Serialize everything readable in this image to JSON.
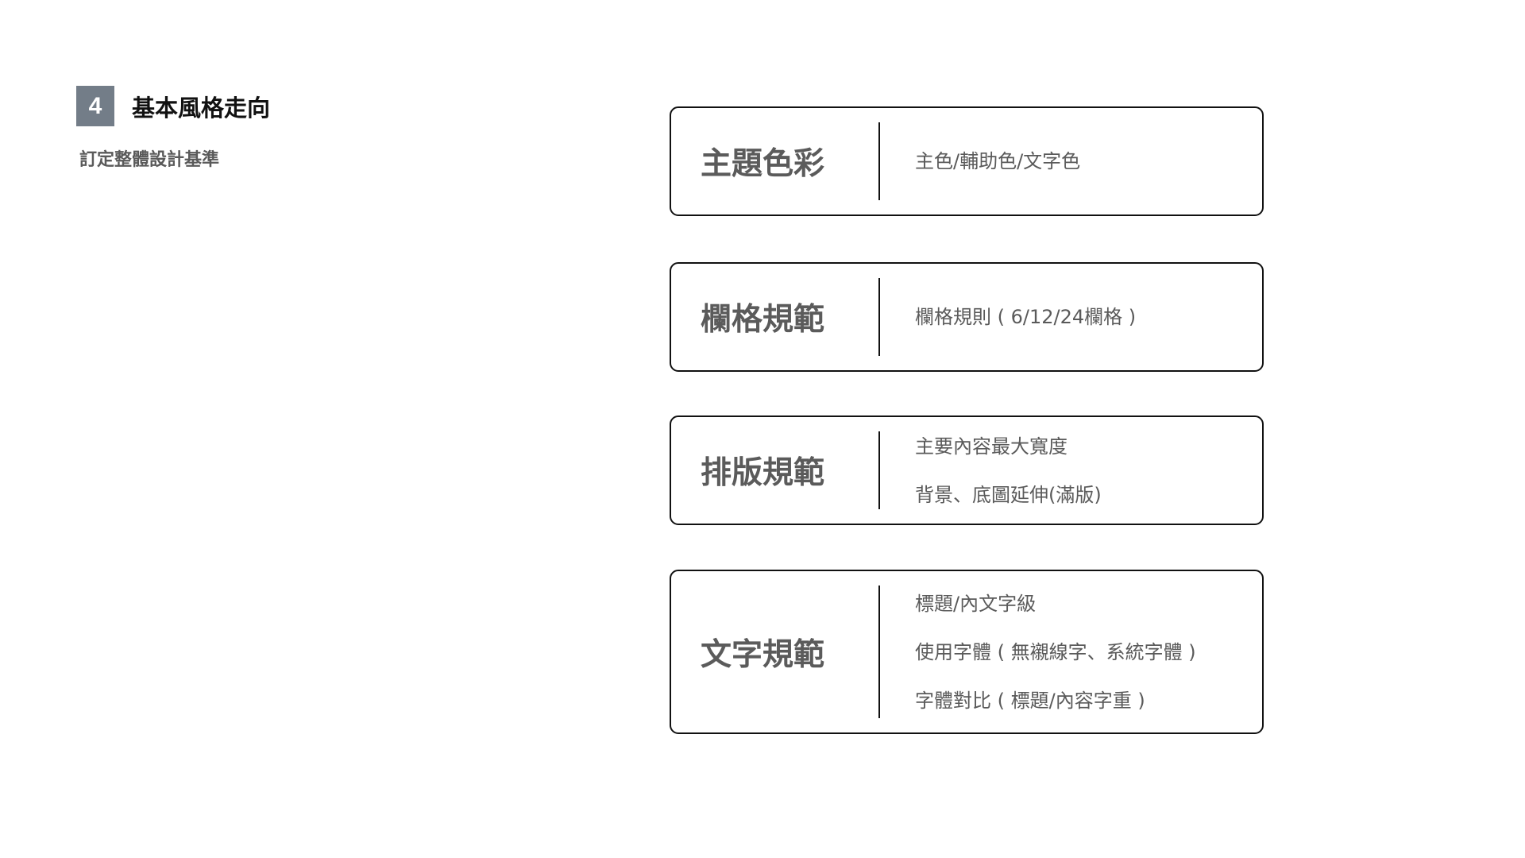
{
  "header": {
    "badge_number": "4",
    "title": "基本風格走向",
    "subtitle": "訂定整體設計基準",
    "badge_color": "#737d88"
  },
  "cards": [
    {
      "title": "主題色彩",
      "lines": [
        "主色/輔助色/文字色"
      ]
    },
    {
      "title": "欄格規範",
      "lines": [
        "欄格規則 ( 6/12/24欄格 )"
      ]
    },
    {
      "title": "排版規範",
      "lines": [
        "主要內容最大寬度",
        "背景、底圖延伸(滿版)"
      ]
    },
    {
      "title": "文字規範",
      "lines": [
        "標題/內文字級",
        "使用字體 ( 無襯線字、系統字體 )",
        "字體對比 ( 標題/內容字重 )"
      ]
    }
  ]
}
